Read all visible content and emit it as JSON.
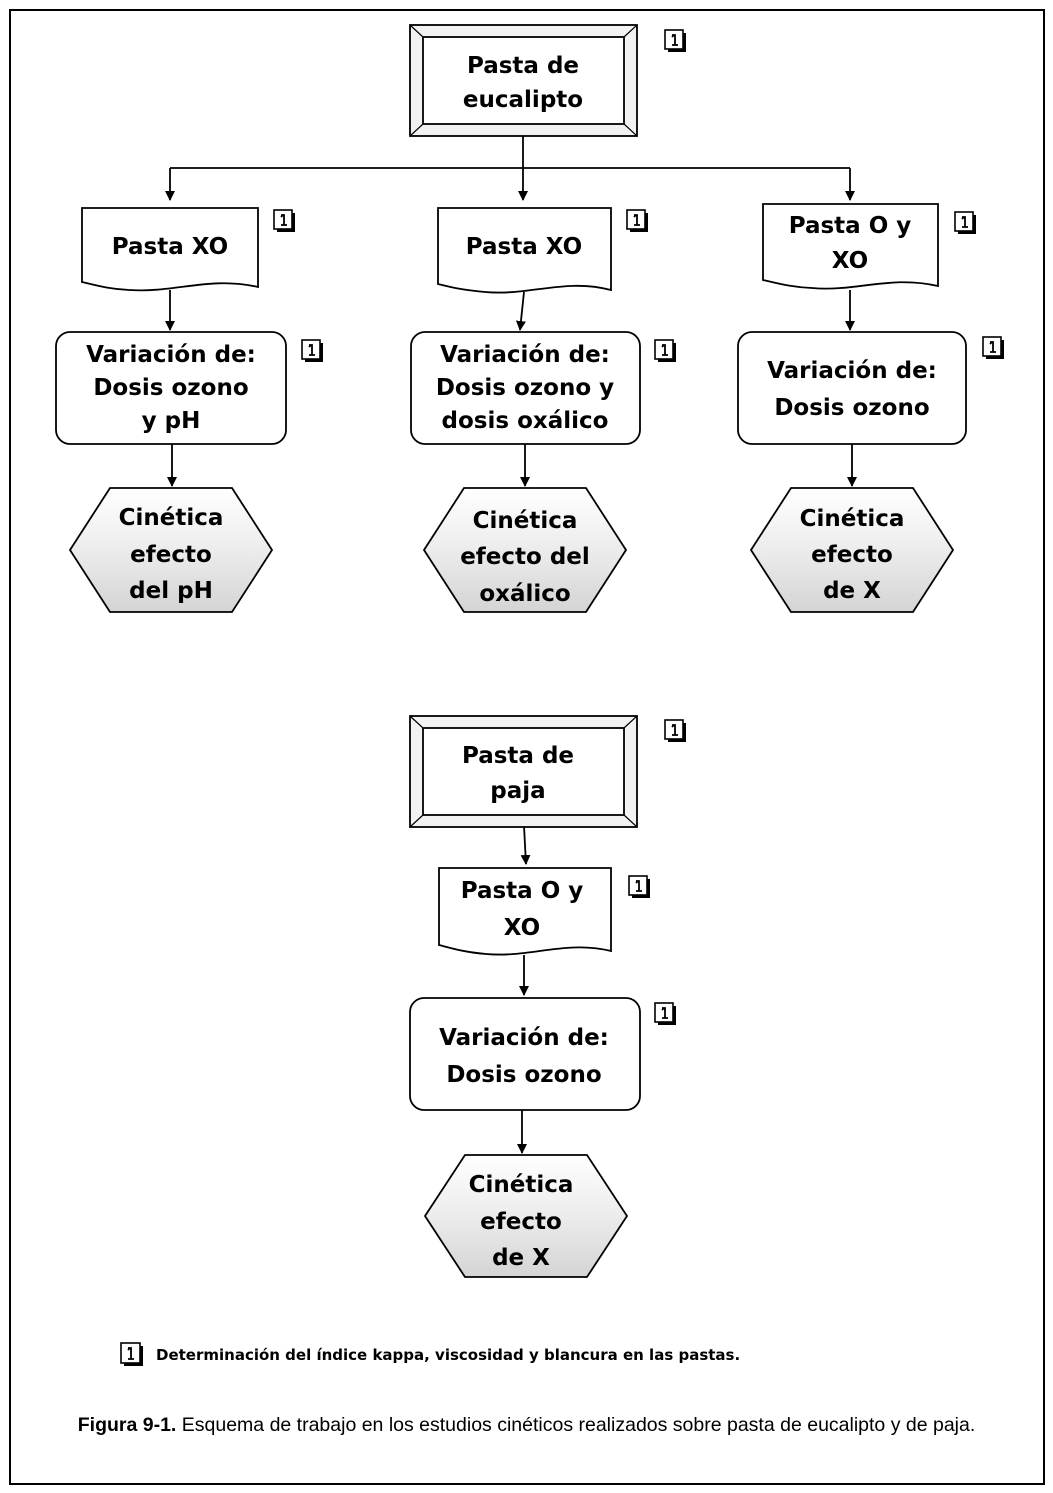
{
  "figure": {
    "caption_label": "Figura 9-1.",
    "caption_text": "Esquema de trabajo en los estudios cinéticos realizados sobre pasta de eucalipto y de paja."
  },
  "legend": {
    "icon": "note-1-icon",
    "text": "Determinación del índice kappa, viscosidad y blancura en las pastas."
  },
  "eucalipto": {
    "source": [
      "Pasta de",
      "eucalipto"
    ],
    "branches": [
      {
        "pulp": [
          "Pasta XO"
        ],
        "variation": [
          "Variación de:",
          "Dosis ozono",
          "y pH"
        ],
        "result": [
          "Cinética",
          "efecto",
          "del pH"
        ]
      },
      {
        "pulp": [
          "Pasta XO"
        ],
        "variation": [
          "Variación de:",
          "Dosis ozono y",
          "dosis oxálico"
        ],
        "result": [
          "Cinética",
          "efecto del",
          "oxálico"
        ]
      },
      {
        "pulp": [
          "Pasta O y",
          "XO"
        ],
        "variation": [
          "Variación de:",
          "Dosis ozono"
        ],
        "result": [
          "Cinética",
          "efecto",
          "de X"
        ]
      }
    ]
  },
  "paja": {
    "source": [
      "Pasta de",
      "paja"
    ],
    "pulp": [
      "Pasta O y",
      "XO"
    ],
    "variation": [
      "Variación de:",
      "Dosis ozono"
    ],
    "result": [
      "Cinética",
      "efecto",
      "de X"
    ]
  },
  "colors": {
    "line": "#000000",
    "box_fill": "#ffffff",
    "hex_fill": "#e6e6e6",
    "frame_bevel": "#f2f2f2"
  }
}
